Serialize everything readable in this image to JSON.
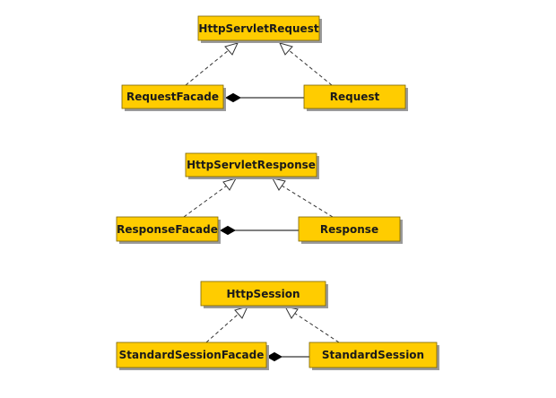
{
  "diagram": {
    "type": "uml-class-diagram",
    "colors": {
      "box_fill": "#ffcc00",
      "box_border": "#7a6400",
      "shadow": "#9a9a9a",
      "text": "#1a1a1a",
      "line": "#333333"
    },
    "groups": [
      {
        "interface": "HttpServletRequest",
        "facade": "RequestFacade",
        "implementation": "Request"
      },
      {
        "interface": "HttpServletResponse",
        "facade": "ResponseFacade",
        "implementation": "Response"
      },
      {
        "interface": "HttpSession",
        "facade": "StandardSessionFacade",
        "implementation": "StandardSession"
      }
    ],
    "relations": [
      {
        "from": "RequestFacade",
        "to": "HttpServletRequest",
        "kind": "realization"
      },
      {
        "from": "Request",
        "to": "HttpServletRequest",
        "kind": "realization"
      },
      {
        "from": "Request",
        "to": "RequestFacade",
        "kind": "composition"
      },
      {
        "from": "ResponseFacade",
        "to": "HttpServletResponse",
        "kind": "realization"
      },
      {
        "from": "Response",
        "to": "HttpServletResponse",
        "kind": "realization"
      },
      {
        "from": "Response",
        "to": "ResponseFacade",
        "kind": "composition"
      },
      {
        "from": "StandardSessionFacade",
        "to": "HttpSession",
        "kind": "realization"
      },
      {
        "from": "StandardSession",
        "to": "HttpSession",
        "kind": "realization"
      },
      {
        "from": "StandardSession",
        "to": "StandardSessionFacade",
        "kind": "composition"
      }
    ]
  }
}
